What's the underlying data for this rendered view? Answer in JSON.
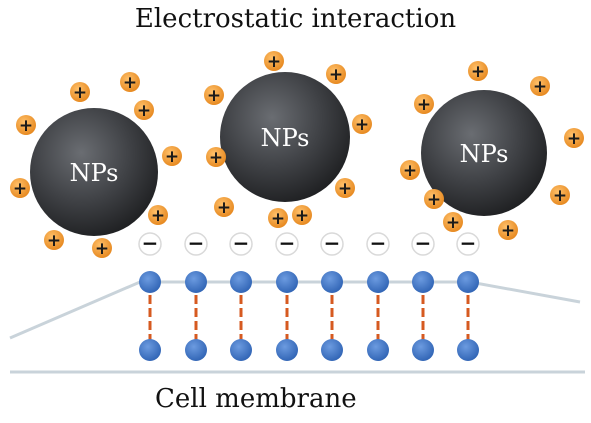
{
  "title": "Electrostatic interaction",
  "caption": "Cell membrane",
  "nanoparticle_label": "NPs",
  "positive_sign": "+",
  "negative_sign": "−",
  "colors": {
    "nanoparticle": "#3f4145",
    "positive_charge": "#f29a2e",
    "negative_charge_fill": "#ffffff",
    "lipid_head": "#3f74c4",
    "lipid_tail": "#d65a20",
    "membrane_outline": "#c9d3da"
  },
  "icons": {
    "nanoparticle": "nanoparticle-icon",
    "positive_charge": "positive-charge-icon",
    "negative_charge": "negative-charge-icon",
    "lipid": "lipid-molecule-icon"
  }
}
